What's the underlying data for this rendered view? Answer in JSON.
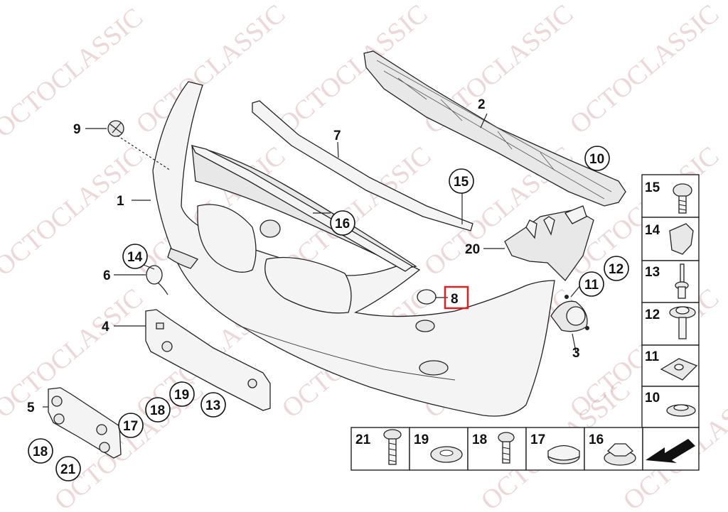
{
  "watermark": "OCTOCLASSIC",
  "callouts": {
    "c1": "1",
    "c2": "2",
    "c3": "3",
    "c4": "4",
    "c5": "5",
    "c6": "6",
    "c7": "7",
    "c8": "8",
    "c9": "9",
    "c10": "10",
    "c11": "11",
    "c12": "12",
    "c13": "13",
    "c14": "14",
    "c15": "15",
    "c16": "16",
    "c17": "17",
    "c18a": "18",
    "c18b": "18",
    "c19": "19",
    "c20": "20",
    "c21": "21"
  },
  "legend_right": [
    "15",
    "14",
    "13",
    "12",
    "11",
    "10"
  ],
  "legend_bottom": [
    "21",
    "19",
    "18",
    "17",
    "16"
  ],
  "highlight_color": "#e02020"
}
